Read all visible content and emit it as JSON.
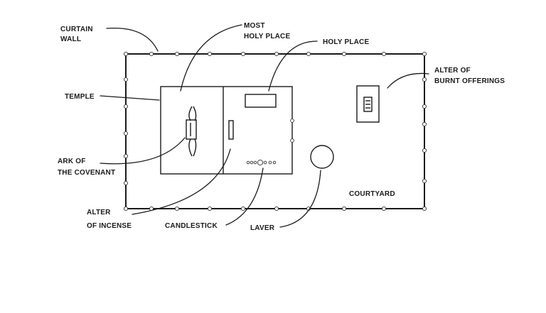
{
  "labels": {
    "curtain_wall_1": "CURTAIN",
    "curtain_wall_2": "WALL",
    "most_holy_1": "MOST",
    "most_holy_2": "HOLY PLACE",
    "holy_place": "HOLY PLACE",
    "alter_burnt_1": "ALTER OF",
    "alter_burnt_2": "BURNT OFFERINGS",
    "temple": "TEMPLE",
    "ark_1": "ARK OF",
    "ark_2": "THE COVENANT",
    "alter_incense_1": "ALTER",
    "alter_incense_2": "OF INCENSE",
    "candlestick": "CANDLESTICK",
    "laver": "LAVER",
    "courtyard": "COURTYARD"
  }
}
